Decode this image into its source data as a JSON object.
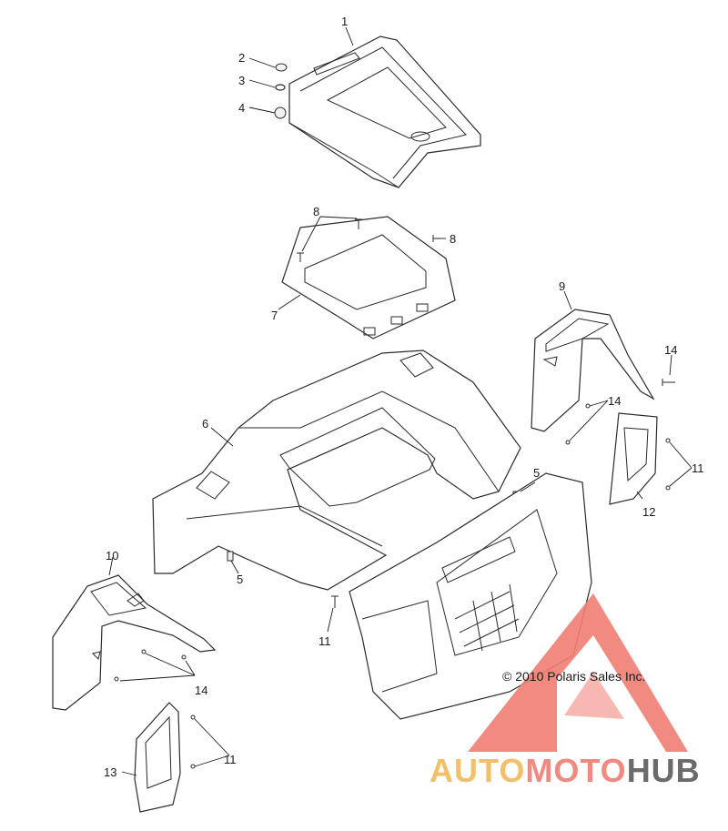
{
  "callouts": [
    {
      "id": "c1",
      "label": "1"
    },
    {
      "id": "c2",
      "label": "2"
    },
    {
      "id": "c3",
      "label": "3"
    },
    {
      "id": "c4",
      "label": "4"
    },
    {
      "id": "c8a",
      "label": "8"
    },
    {
      "id": "c8b",
      "label": "8"
    },
    {
      "id": "c7",
      "label": "7"
    },
    {
      "id": "c9",
      "label": "9"
    },
    {
      "id": "c14a",
      "label": "14"
    },
    {
      "id": "c14b",
      "label": "14"
    },
    {
      "id": "c6",
      "label": "6"
    },
    {
      "id": "c5a",
      "label": "5"
    },
    {
      "id": "c11a",
      "label": "11"
    },
    {
      "id": "c12",
      "label": "12"
    },
    {
      "id": "c10",
      "label": "10"
    },
    {
      "id": "c5b",
      "label": "5"
    },
    {
      "id": "c11b",
      "label": "11"
    },
    {
      "id": "c14c",
      "label": "14"
    },
    {
      "id": "c11c",
      "label": "11"
    },
    {
      "id": "c13",
      "label": "13"
    }
  ],
  "copyright": "© 2010 Polaris Sales Inc.",
  "watermark": {
    "text_auto": "AUTO",
    "text_moto": "MOTO",
    "text_hub": "HUB",
    "colors": {
      "auto": "#f2c06b",
      "moto": "#f08a80",
      "hub": "#6b6b6b",
      "triangle": "#f07f74"
    }
  }
}
